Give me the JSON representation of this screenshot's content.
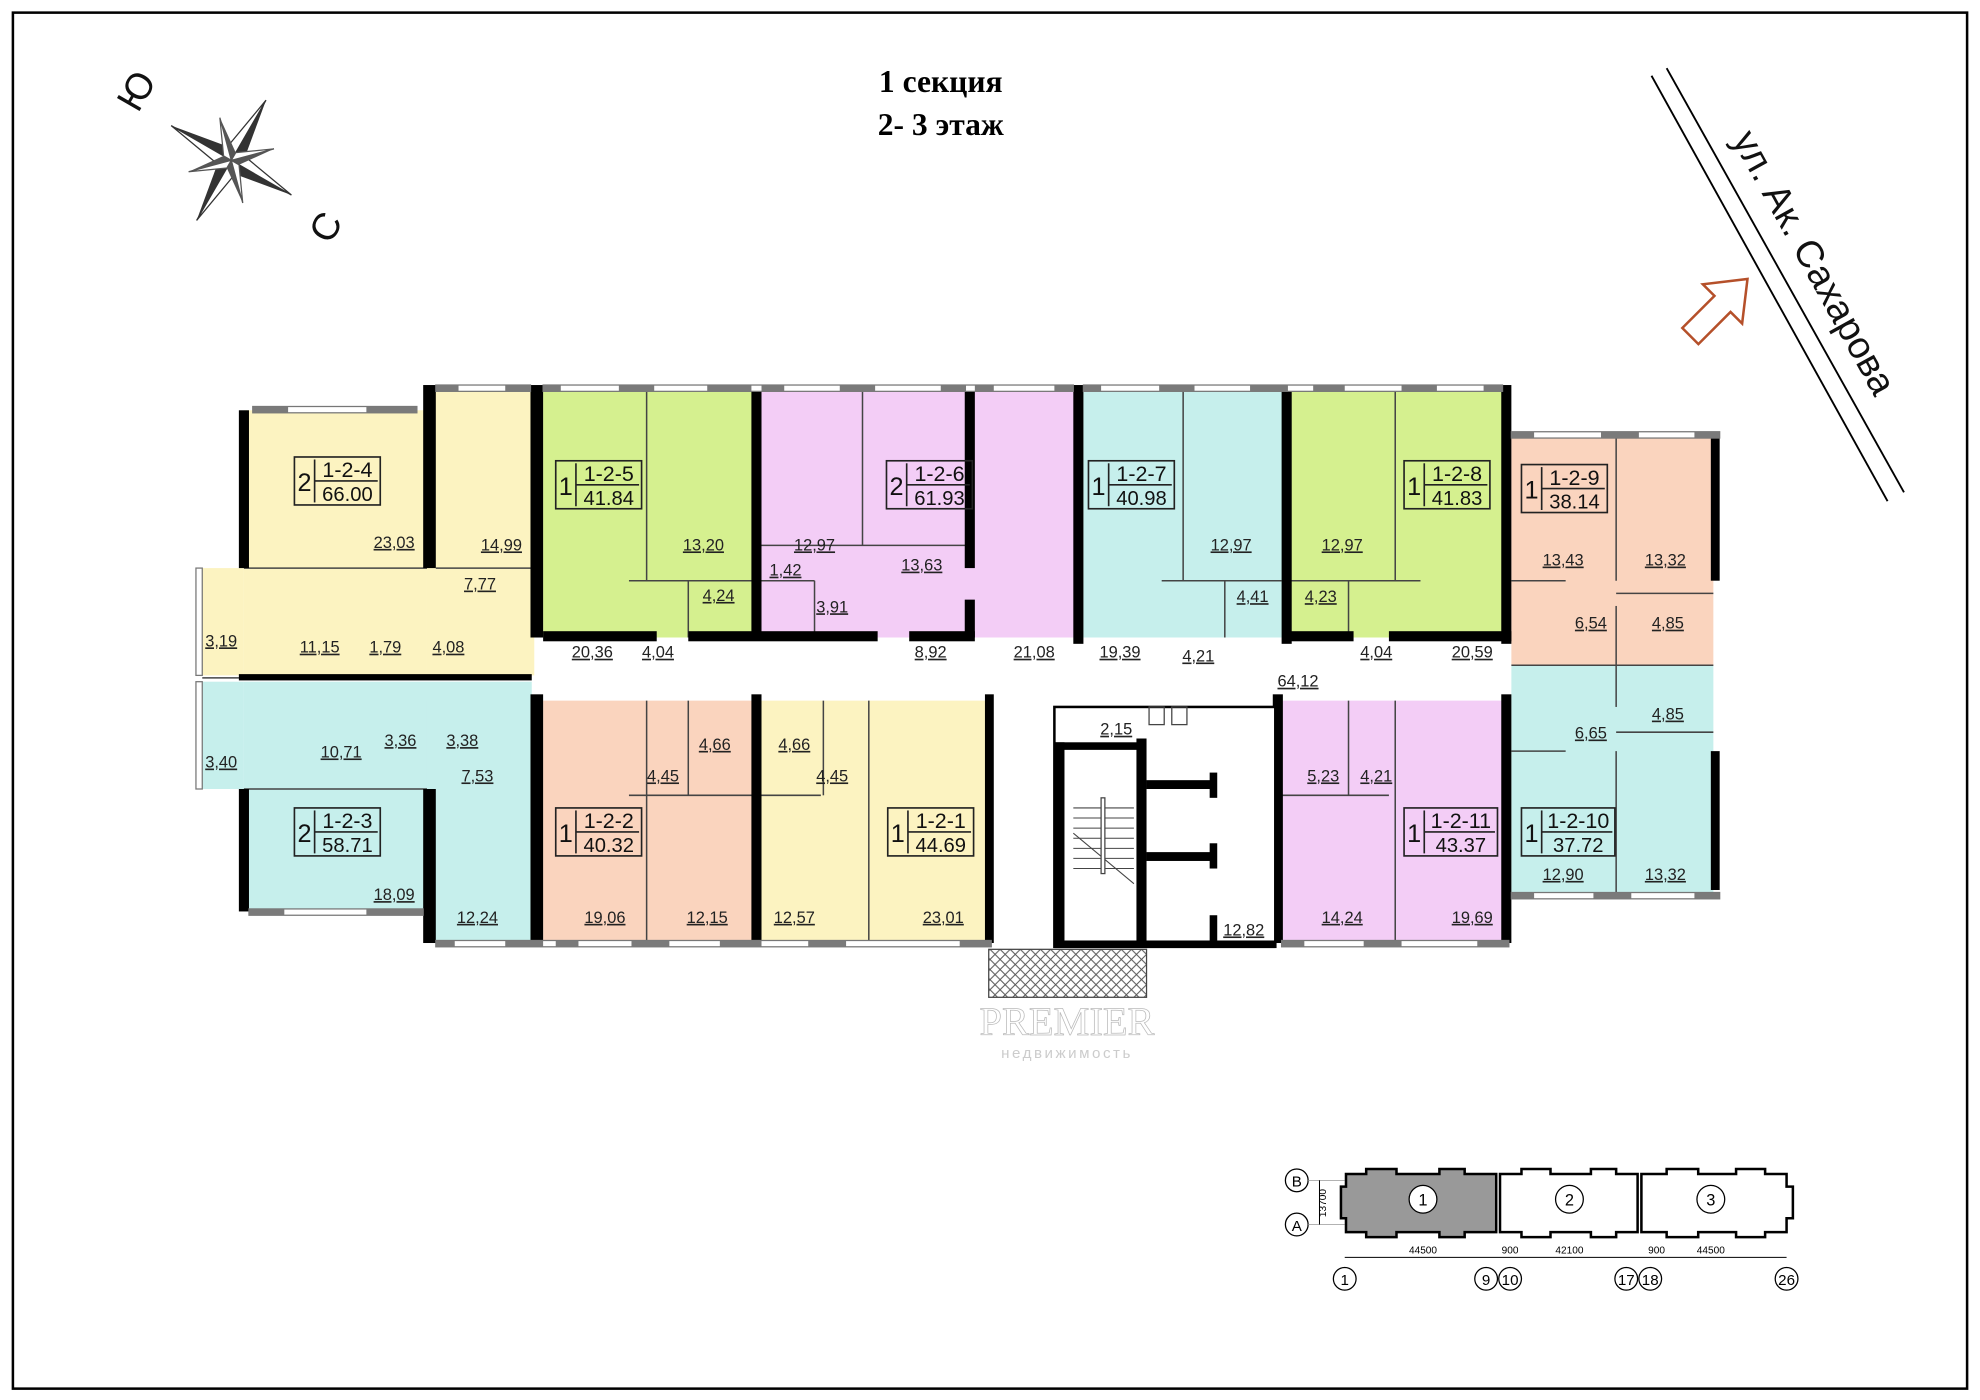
{
  "header": {
    "section": "1 секция",
    "floor": "2- 3 этаж"
  },
  "compass": {
    "south": "Ю",
    "north": "С"
  },
  "street": {
    "name": "ул. Ак. Сахарова"
  },
  "palette": {
    "yellow": "#fcf3c1",
    "cyan": "#c6efec",
    "green": "#d5f08f",
    "pink": "#f3cdf6",
    "salmon": "#fad4be",
    "arrow": "#b5502a"
  },
  "apartments": [
    {
      "number": "1-2-4",
      "rooms": "2",
      "area": "66.00",
      "room_areas": [
        "23,03",
        "14,99",
        "7,77",
        "11,15",
        "3,19",
        "1,79",
        "4,08"
      ]
    },
    {
      "number": "1-2-3",
      "rooms": "2",
      "area": "58.71",
      "room_areas": [
        "10,71",
        "3,36",
        "3,38",
        "3,40",
        "7,53",
        "18,09",
        "12,24"
      ]
    },
    {
      "number": "1-2-5",
      "rooms": "1",
      "area": "41.84",
      "room_areas": [
        "13,20",
        "20,36",
        "4,04",
        "4,24"
      ]
    },
    {
      "number": "1-2-6",
      "rooms": "2",
      "area": "61.93",
      "room_areas": [
        "12,97",
        "13,63",
        "1,42",
        "3,91",
        "8,92",
        "21,08"
      ]
    },
    {
      "number": "1-2-7",
      "rooms": "1",
      "area": "40.98",
      "room_areas": [
        "12,97",
        "19,39",
        "4,21",
        "4,41"
      ]
    },
    {
      "number": "1-2-8",
      "rooms": "1",
      "area": "41.83",
      "room_areas": [
        "12,97",
        "4,23",
        "4,04",
        "20,59"
      ]
    },
    {
      "number": "1-2-9",
      "rooms": "1",
      "area": "38.14",
      "room_areas": [
        "13,43",
        "13,32",
        "6,54",
        "4,85"
      ]
    },
    {
      "number": "1-2-10",
      "rooms": "1",
      "area": "37.72",
      "room_areas": [
        "6,65",
        "4,85",
        "12,90",
        "13,32"
      ]
    },
    {
      "number": "1-2-2",
      "rooms": "1",
      "area": "40.32",
      "room_areas": [
        "4,45",
        "4,66",
        "19,06",
        "12,15"
      ]
    },
    {
      "number": "1-2-1",
      "rooms": "1",
      "area": "44.69",
      "room_areas": [
        "4,66",
        "4,45",
        "12,57",
        "23,01"
      ]
    },
    {
      "number": "1-2-11",
      "rooms": "1",
      "area": "43.37",
      "room_areas": [
        "5,23",
        "4,21",
        "14,24",
        "19,69"
      ]
    }
  ],
  "common": {
    "corridor": "64,12",
    "vestibule": "2,15",
    "stair_hall": "12,82"
  },
  "watermark": {
    "brand": "PREMIER",
    "sub": "недвижимость"
  },
  "key_plan": {
    "rows": [
      "B",
      "A"
    ],
    "depth": "13700",
    "sections": [
      "1",
      "2",
      "3"
    ],
    "dimensions": [
      "44500",
      "900",
      "42100",
      "900",
      "44500"
    ],
    "axes": [
      "1",
      "9",
      "10",
      "17",
      "18",
      "26"
    ]
  }
}
